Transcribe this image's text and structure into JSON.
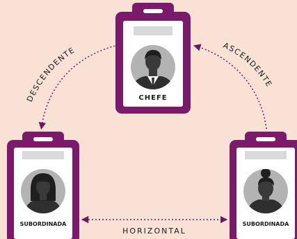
{
  "colors": {
    "background": "#f9e1d6",
    "badge": "#7a1a6b",
    "card": "#ffffff",
    "placeholder": "#d9d9d9",
    "avatar_circle": "#b3b3b3",
    "figure": "#3a3a3a",
    "arrow": "#6b1a5e"
  },
  "roles": {
    "boss": "CHEFE",
    "sub_left": "SUBORDINADA",
    "sub_right": "SUBORDINADA"
  },
  "arrows": {
    "descending": "DESCENDENTE",
    "ascending": "ASCENDENTE",
    "horizontal": "HORIZONTAL"
  }
}
